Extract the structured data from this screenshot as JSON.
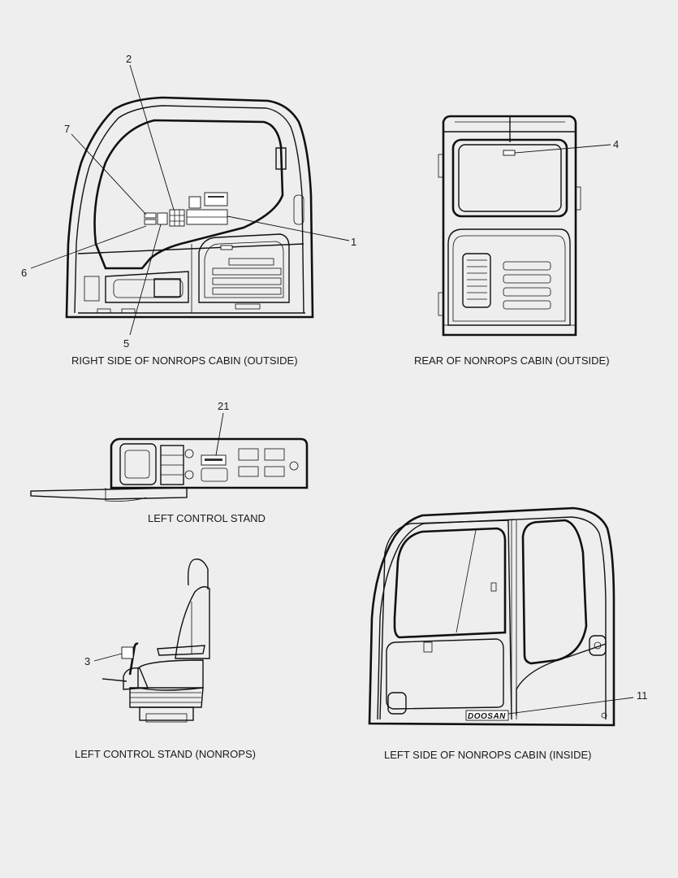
{
  "views": {
    "right_side": {
      "caption": "RIGHT SIDE OF NONROPS CABIN (OUTSIDE)"
    },
    "rear": {
      "caption": "REAR OF NONROPS CABIN (OUTSIDE)"
    },
    "left_stand": {
      "caption": "LEFT CONTROL STAND"
    },
    "left_stand_nonrops": {
      "caption": "LEFT CONTROL STAND (NONROPS)"
    },
    "left_side_inside": {
      "caption": "LEFT SIDE OF NONROPS CABIN (INSIDE)",
      "brand": "DOOSAN"
    }
  },
  "callouts": {
    "c1": "1",
    "c2": "2",
    "c3": "3",
    "c4": "4",
    "c5": "5",
    "c6": "6",
    "c7": "7",
    "c11": "11",
    "c21": "21"
  }
}
